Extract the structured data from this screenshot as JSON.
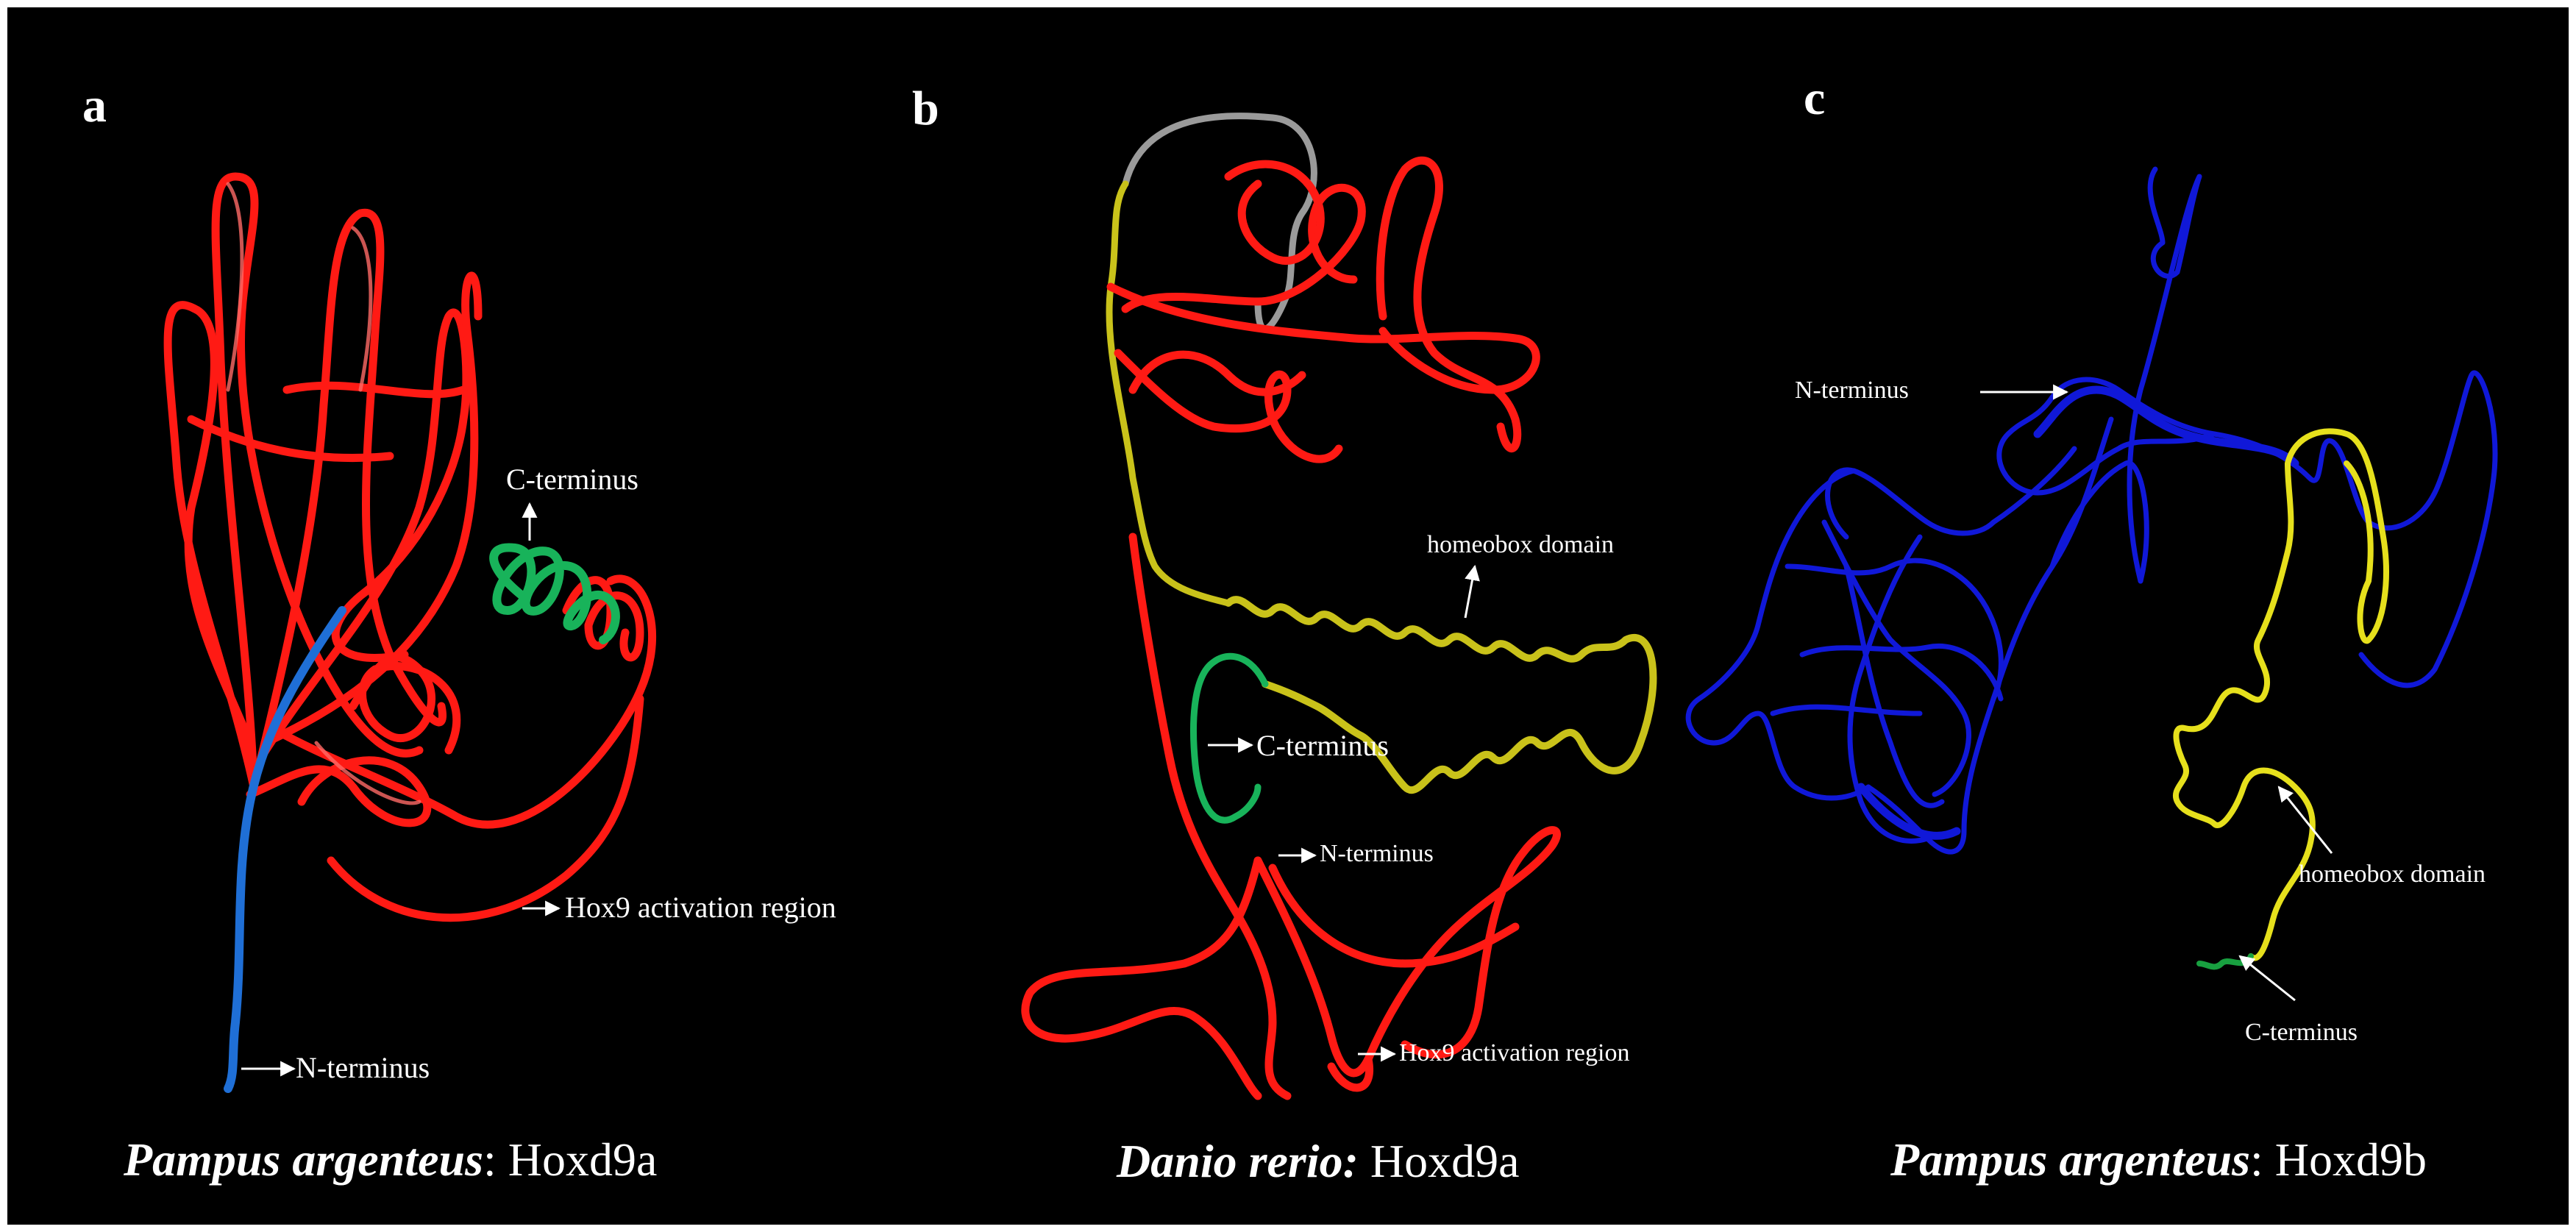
{
  "colors": {
    "background": "#000000",
    "hoxd9a_pampus": "#ff1a14",
    "n_terminal_segment": "#1f6fd6",
    "c_terminal_segment": "#18b35a",
    "homeobox": "#c9c21a",
    "hoxd9b": "#1018d8",
    "loop_grey": "#9a9a9a",
    "annotation_text": "#ffffff"
  },
  "panels": [
    {
      "letter": "a",
      "labels": {
        "c_terminus": "C-terminus",
        "activation": "Hox9 activation region",
        "n_terminus": "N-terminus"
      },
      "caption": {
        "species": "Pampus argenteus",
        "protein": ": Hoxd9a"
      }
    },
    {
      "letter": "b",
      "labels": {
        "homeobox": "homeobox domain",
        "c_terminus": "C-terminus",
        "n_terminus": "N-terminus",
        "activation": "Hox9 activation region"
      },
      "caption": {
        "species": "Danio rerio:",
        "protein": " Hoxd9a"
      }
    },
    {
      "letter": "c",
      "labels": {
        "n_terminus": "N-terminus",
        "homeobox": "homeobox domain",
        "c_terminus": "C-terminus"
      },
      "caption": {
        "species": "Pampus argenteus",
        "protein": ": Hoxd9b"
      }
    }
  ]
}
